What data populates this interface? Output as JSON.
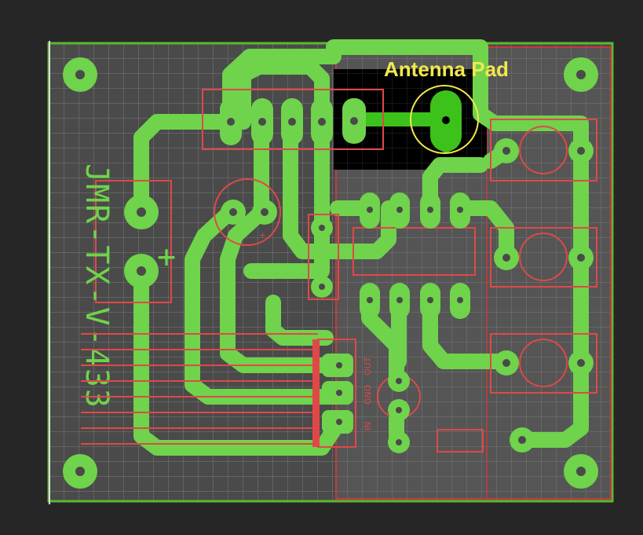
{
  "board": {
    "annotation_label": "Antenna Pad",
    "silkscreen_text": "JMR-TX-V-433",
    "regulator_pins": [
      "IN",
      "GND",
      "OUT"
    ],
    "capacitor_polarity_symbol": "+",
    "connector_polarity_symbol": "+",
    "colors": {
      "background": "#262626",
      "board_fill": "#4a4a4a",
      "grid": "#7a7a7a",
      "copper": "#6fd34b",
      "copper_highlight": "#3cc21a",
      "silkscreen": "#e04848",
      "annotation": "#f3e84d",
      "board_outline": "#5bb830"
    }
  }
}
